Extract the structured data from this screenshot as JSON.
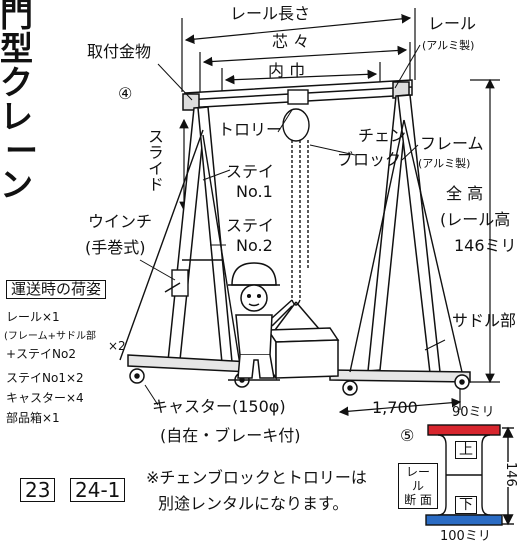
{
  "title_chars": [
    "門",
    "型",
    "ク",
    "レ",
    "ー",
    "ン"
  ],
  "labels": {
    "rail_length": "レール長さ",
    "center": "芯 々",
    "inner_width": "内 巾",
    "rail": "レール",
    "rail_material": "(アルミ製)",
    "mounting": "取付金物",
    "circle4": "④",
    "slide": "スライド",
    "trolley": "トロリー",
    "chain1": "チェン",
    "chain2": "ブロック",
    "frame": "フレーム",
    "frame_material": "(アルミ製)",
    "stay1_a": "ステイ",
    "stay1_b": "No.1",
    "stay2_a": "ステイ",
    "stay2_b": "No.2",
    "winch": "ウインチ",
    "winch_type": "(手巻式)",
    "total_height": "全 高",
    "rail_height": "(レール高",
    "rail_height_val": "146ミリ",
    "saddle": "サドル部",
    "caster": "キャスター(150φ)",
    "caster_note": "(自在・ブレーキ付)",
    "dim_1700": "1,700"
  },
  "transport": {
    "heading": "運送時の荷姿",
    "items": [
      "レール×1",
      "(フレーム+サドル部",
      "+ステイNo2",
      "ステイNo1×2",
      "キャスター×4",
      "部品箱×1"
    ],
    "bracket_mult": "×2"
  },
  "notes": {
    "rental_line1": "※チェンブロックとトロリーは",
    "rental_line2": "別途レンタルになります。"
  },
  "page_refs": [
    "23",
    "24-1"
  ],
  "section": {
    "circle5": "⑤",
    "label_line1": "レール",
    "label_line2": "断 面",
    "top_width": "90ミリ",
    "bottom_width": "100ミリ",
    "height": "146",
    "upper": "上",
    "lower": "下"
  },
  "colors": {
    "flange_top": "#d8262e",
    "flange_bottom": "#2b6cc4",
    "line": "#111111"
  }
}
